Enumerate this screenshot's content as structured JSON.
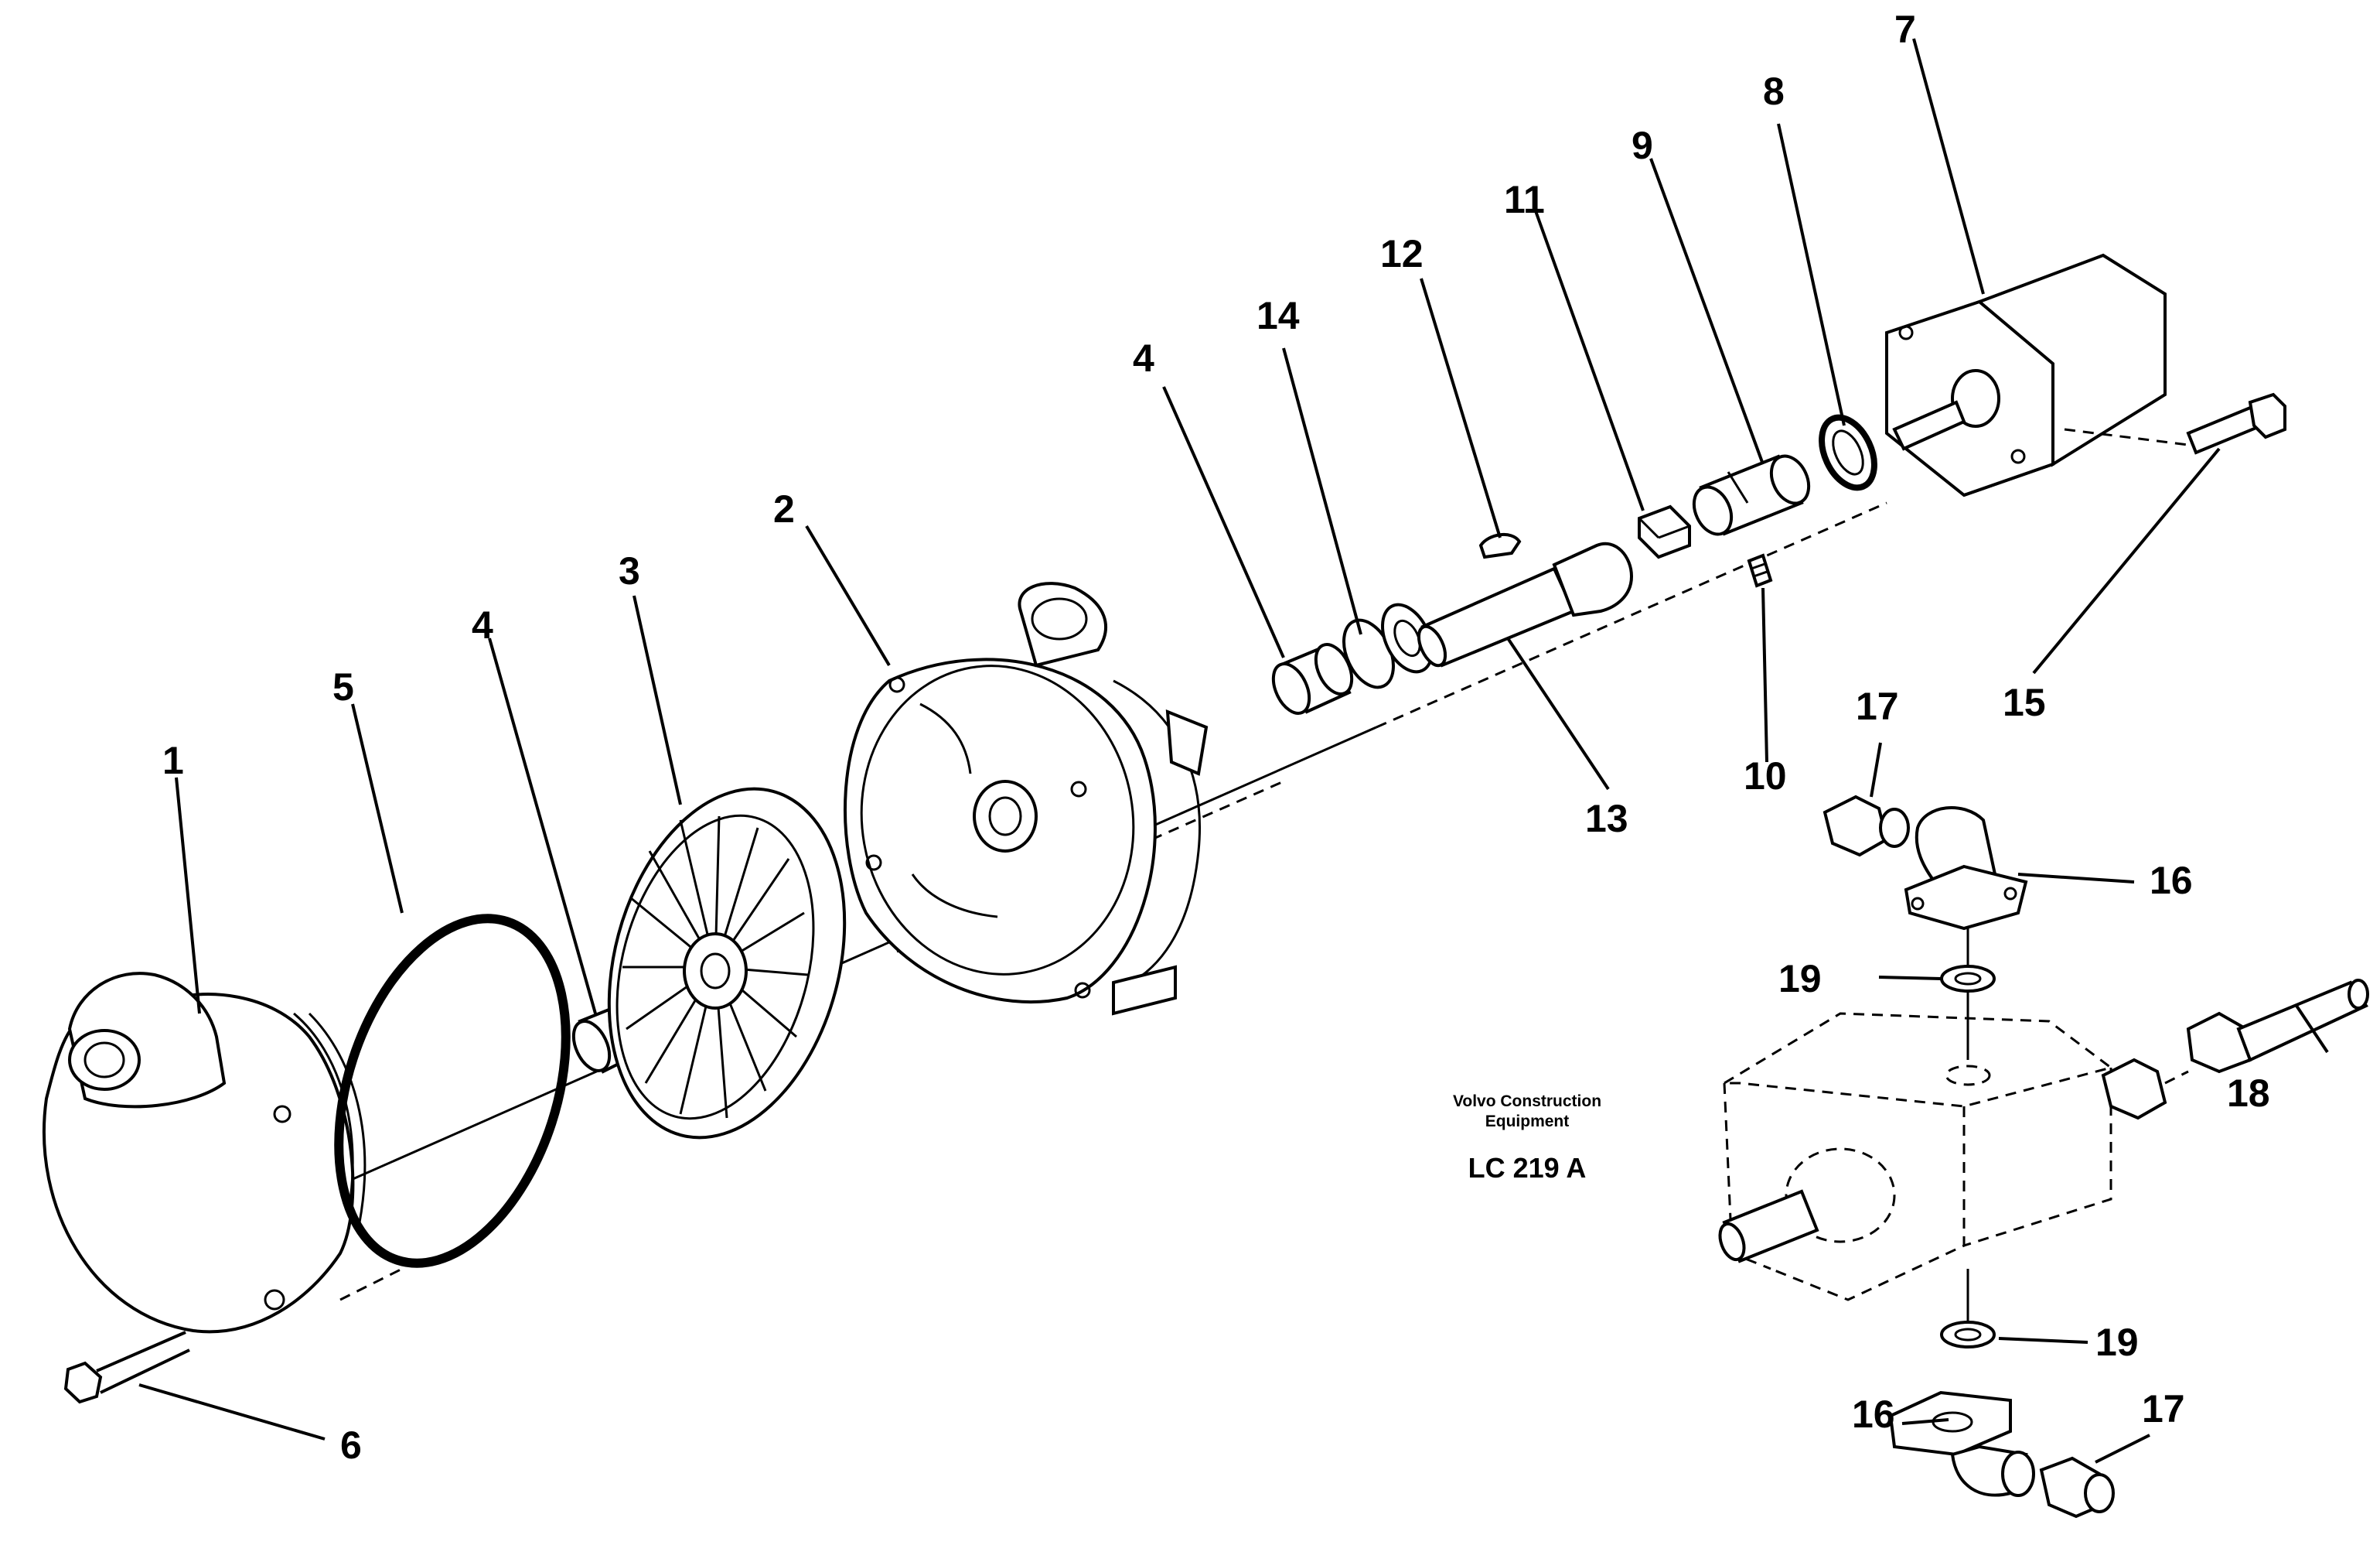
{
  "caption": {
    "line1": "Volvo Construction",
    "line2": "Equipment",
    "code": "LC 219 A"
  },
  "callouts": {
    "n1": "1",
    "n2": "2",
    "n3": "3",
    "n4a": "4",
    "n4b": "4",
    "n5": "5",
    "n6": "6",
    "n7": "7",
    "n8": "8",
    "n9": "9",
    "n10": "10",
    "n11": "11",
    "n12": "12",
    "n13": "13",
    "n14": "14",
    "n15": "15",
    "n16a": "16",
    "n16b": "16",
    "n17a": "17",
    "n17b": "17",
    "n18": "18",
    "n19a": "19",
    "n19b": "19"
  }
}
